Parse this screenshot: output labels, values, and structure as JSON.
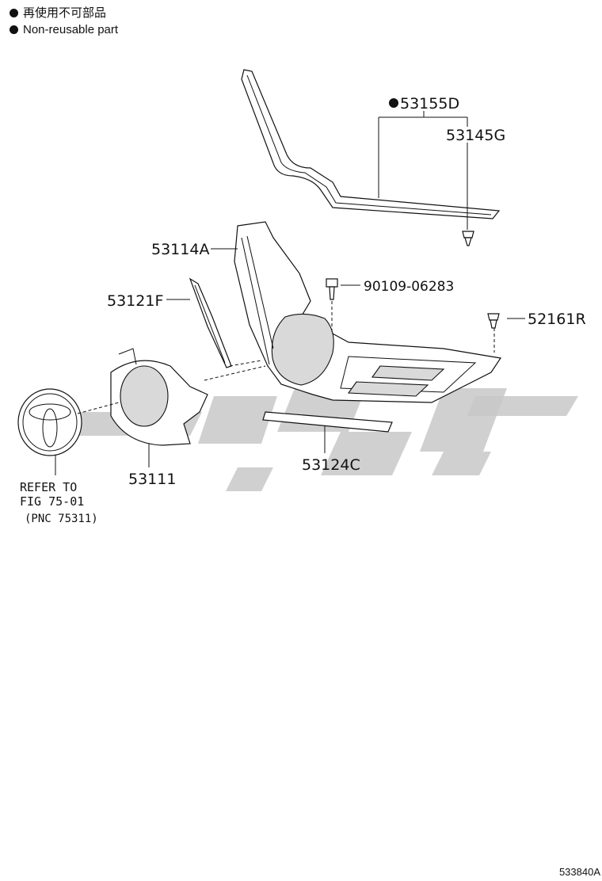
{
  "legend": {
    "line1": "再使用不可部品",
    "line2": "Non-reusable part",
    "bullet_icon": "filled-circle"
  },
  "parts": {
    "p53155D": "53155D",
    "p53145G": "53145G",
    "p53114A": "53114A",
    "p90109": "90109-06283",
    "p53121F": "53121F",
    "p52161R": "52161R",
    "p53111": "53111",
    "p53124C": "53124C"
  },
  "refer": {
    "line1": "REFER TO",
    "line2": "FIG 75-01",
    "line3": "(PNC 75311)"
  },
  "figure_code": "533840A",
  "colors": {
    "ink": "#111111",
    "watermark": "#c8c8c8"
  }
}
